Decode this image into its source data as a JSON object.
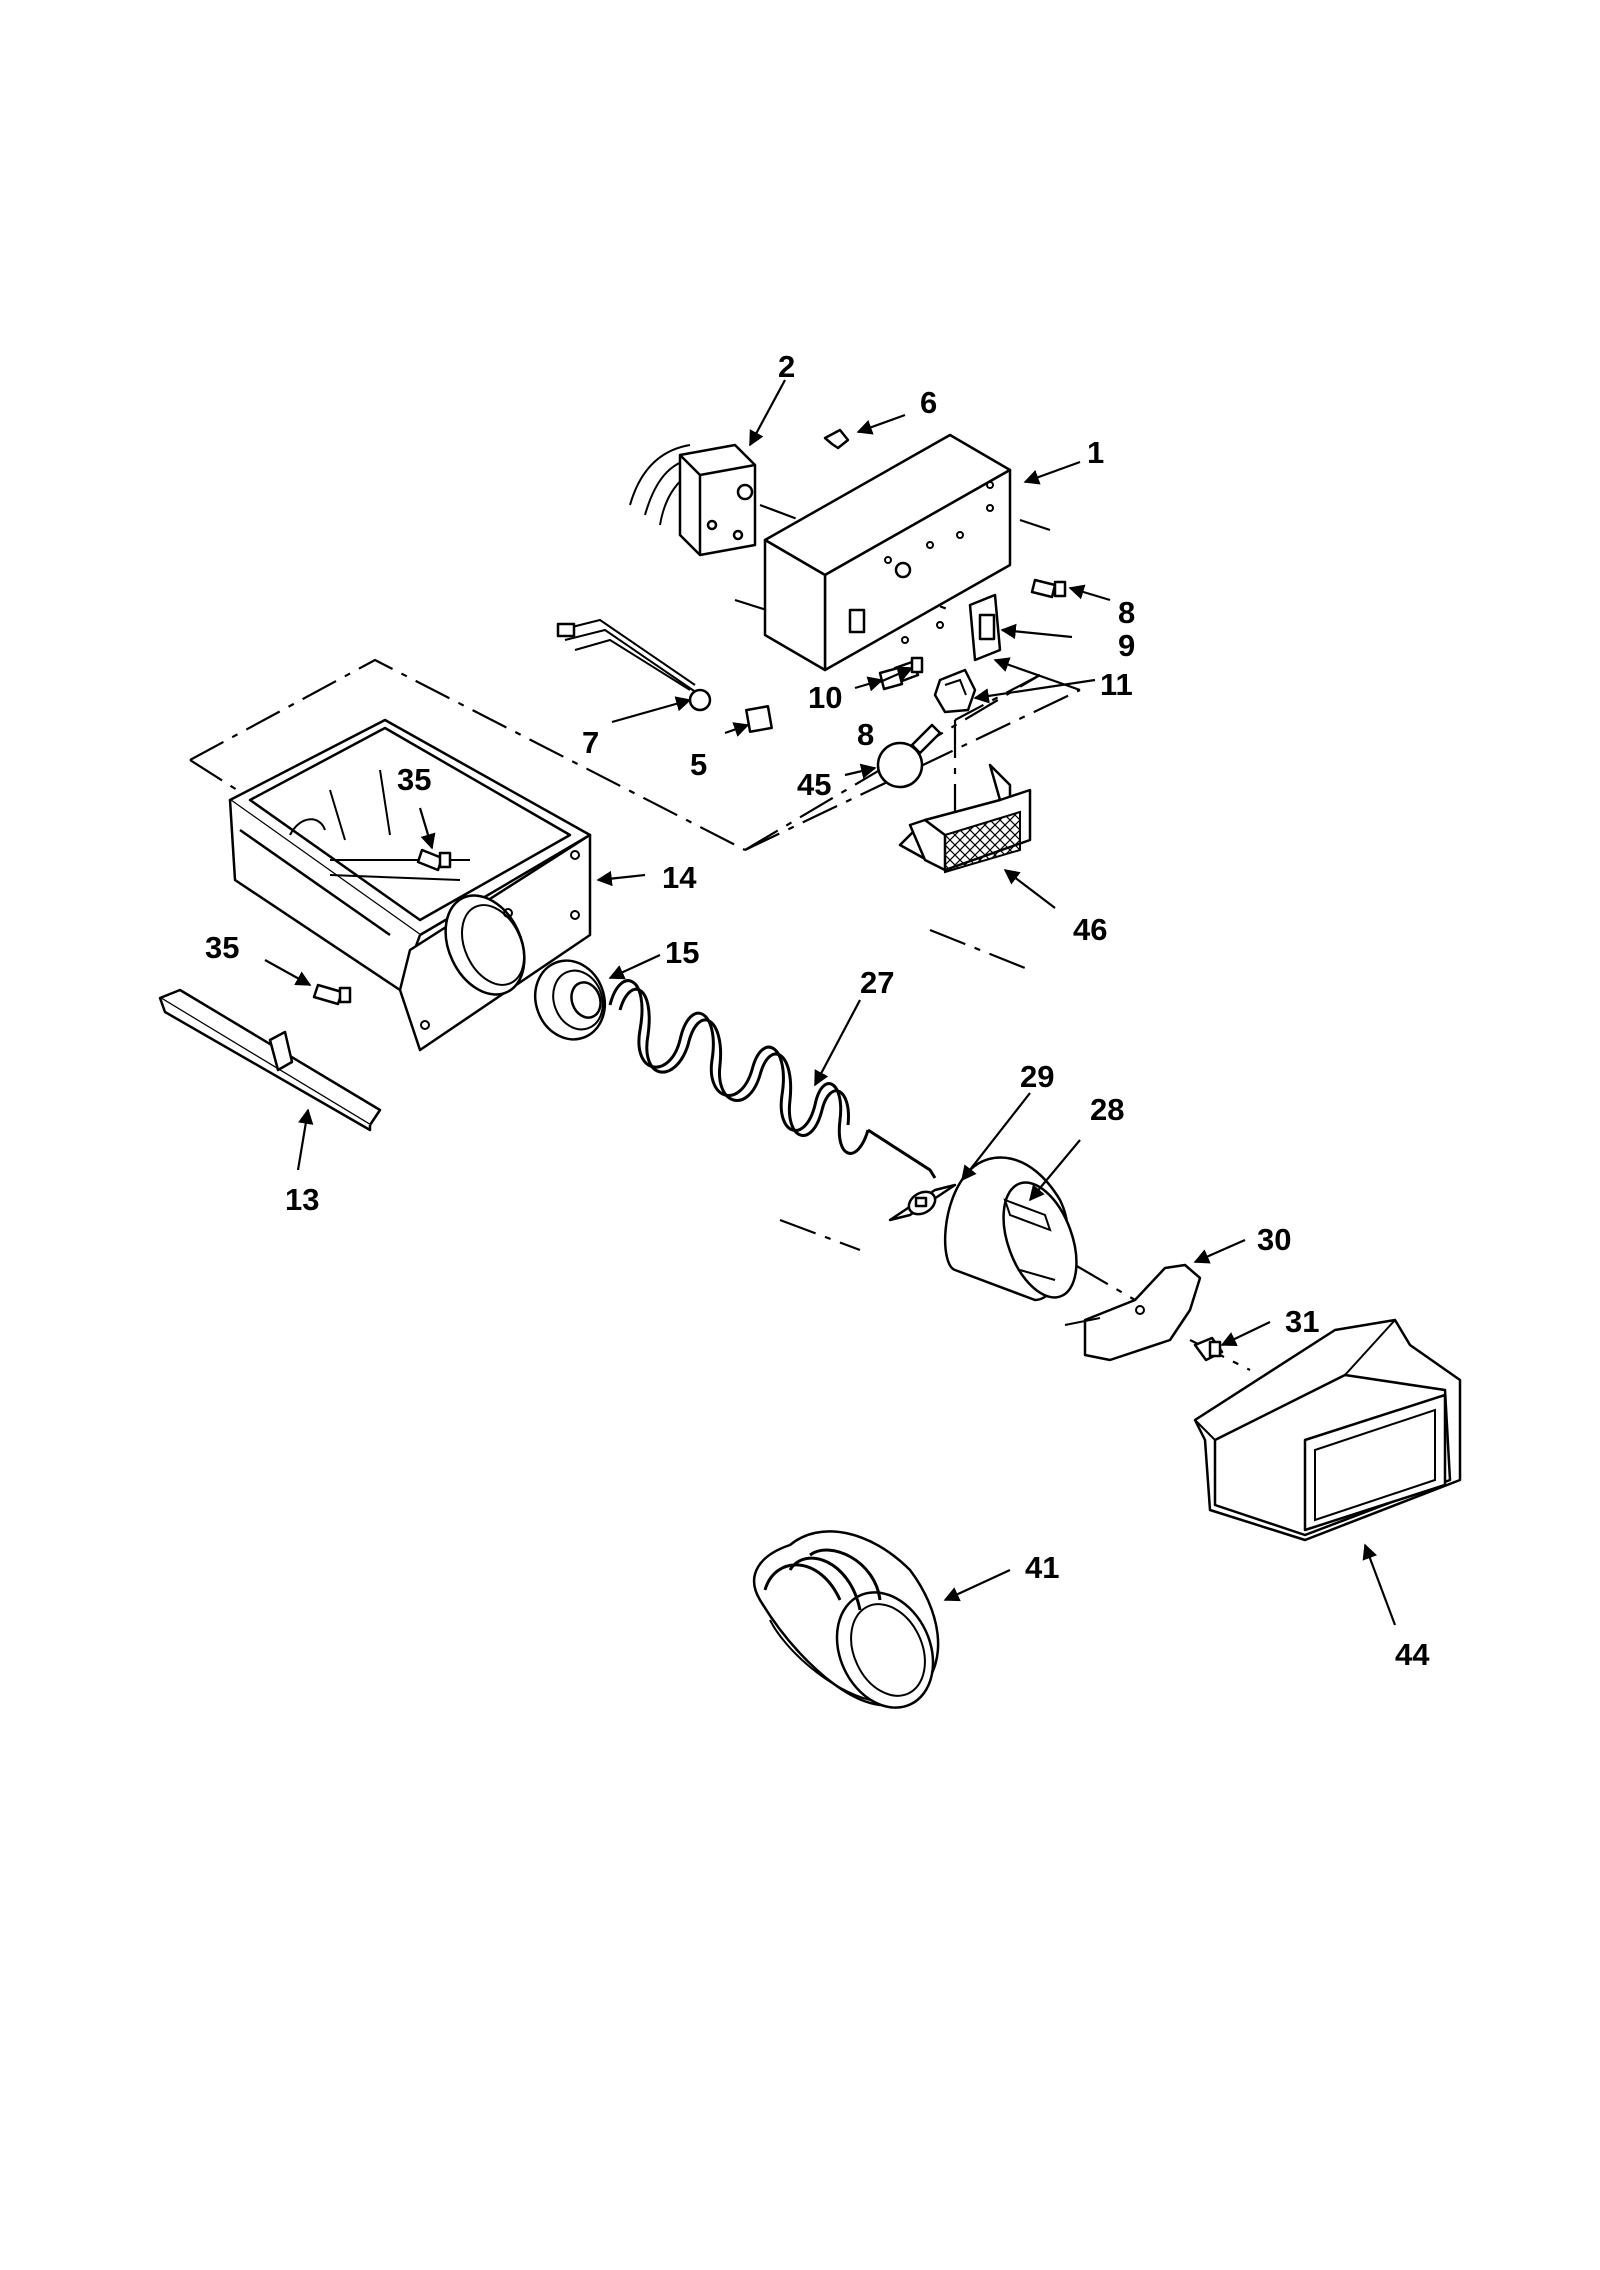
{
  "callouts": {
    "c1": "1",
    "c2": "2",
    "c5": "5",
    "c6": "6",
    "c7": "7",
    "c8a": "8",
    "c8b": "8",
    "c9": "9",
    "c10": "10",
    "c11": "11",
    "c13": "13",
    "c14": "14",
    "c15": "15",
    "c27": "27",
    "c28": "28",
    "c29": "29",
    "c30": "30",
    "c31": "31",
    "c35a": "35",
    "c35b": "35",
    "c41": "41",
    "c44": "44",
    "c45": "45",
    "c46": "46"
  }
}
